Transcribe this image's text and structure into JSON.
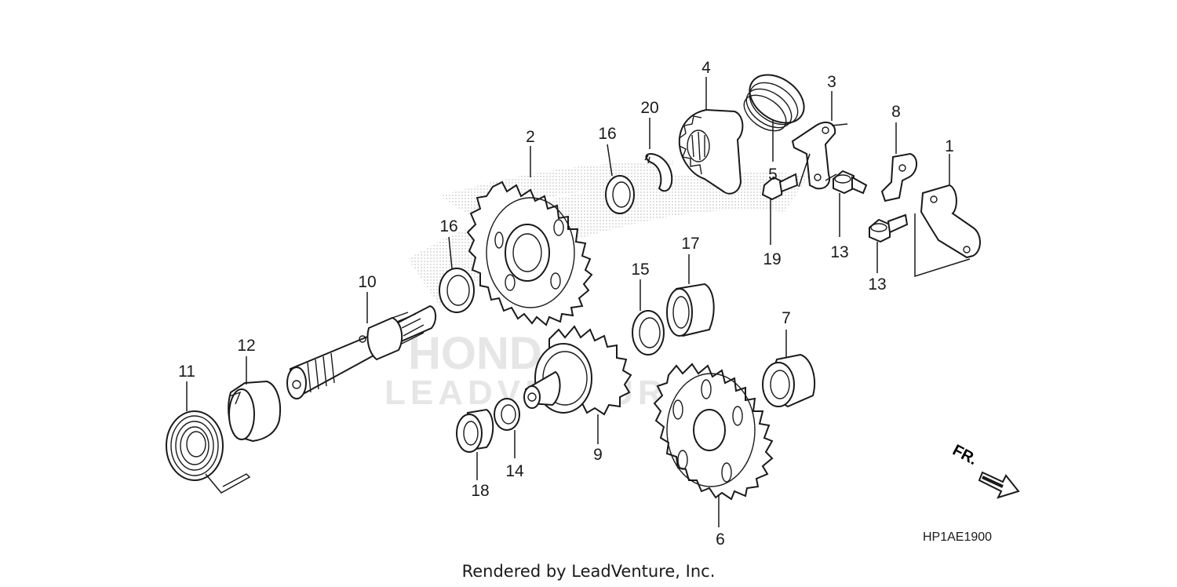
{
  "watermark": {
    "brand": "HONDA",
    "text": "LEADVENTURE"
  },
  "callouts": [
    {
      "id": "c-1",
      "text": "1"
    },
    {
      "id": "c-2",
      "text": "2"
    },
    {
      "id": "c-3",
      "text": "3"
    },
    {
      "id": "c-4",
      "text": "4"
    },
    {
      "id": "c-5",
      "text": "5"
    },
    {
      "id": "c-6",
      "text": "6"
    },
    {
      "id": "c-7",
      "text": "7"
    },
    {
      "id": "c-8",
      "text": "8"
    },
    {
      "id": "c-9",
      "text": "9"
    },
    {
      "id": "c-10",
      "text": "10"
    },
    {
      "id": "c-11",
      "text": "11"
    },
    {
      "id": "c-12",
      "text": "12"
    },
    {
      "id": "c-13a",
      "text": "13"
    },
    {
      "id": "c-13b",
      "text": "13"
    },
    {
      "id": "c-14",
      "text": "14"
    },
    {
      "id": "c-15",
      "text": "15"
    },
    {
      "id": "c-16a",
      "text": "16"
    },
    {
      "id": "c-16b",
      "text": "16"
    },
    {
      "id": "c-17",
      "text": "17"
    },
    {
      "id": "c-18",
      "text": "18"
    },
    {
      "id": "c-19",
      "text": "19"
    },
    {
      "id": "c-20",
      "text": "20"
    }
  ],
  "front_indicator": "FR.",
  "diagram_code": "HP1AE1900",
  "credit": "Rendered by LeadVenture, Inc.",
  "colors": {
    "ink": "#1a1a1a",
    "watermark": "#e6e6e6",
    "background": "#ffffff"
  }
}
